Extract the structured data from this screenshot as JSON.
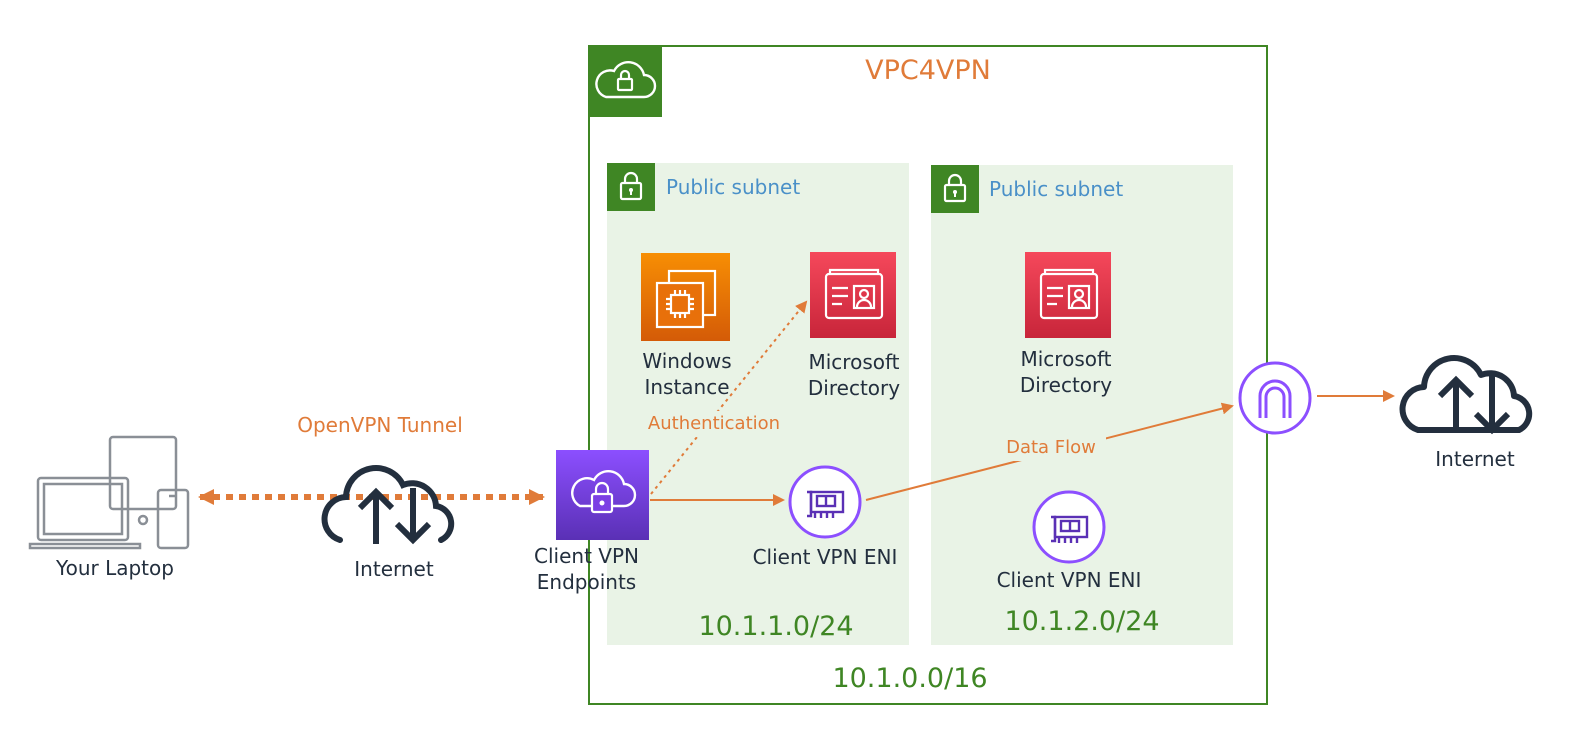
{
  "vpc": {
    "name": "VPC4VPN",
    "cidr": "10.1.0.0/16"
  },
  "subnets": [
    {
      "label": "Public subnet",
      "cidr": "10.1.1.0/24"
    },
    {
      "label": "Public subnet",
      "cidr": "10.1.2.0/24"
    }
  ],
  "nodes": {
    "laptop": "Your Laptop",
    "internet_left": "Internet",
    "client_vpn_endpoint": [
      "Client VPN",
      "Endpoints"
    ],
    "windows_instance": [
      "Windows",
      "Instance"
    ],
    "ms_directory_1": [
      "Microsoft",
      "Directory"
    ],
    "ms_directory_2": [
      "Microsoft",
      "Directory"
    ],
    "eni_1": "Client VPN ENI",
    "eni_2": "Client VPN ENI",
    "internet_right": "Internet"
  },
  "edges": {
    "tunnel": "OpenVPN Tunnel",
    "auth": "Authentication",
    "data_flow": "Data Flow"
  },
  "colors": {
    "vpc_green": "#3f8624",
    "subnet_fill": "#e9f3e6",
    "arrow_orange": "#e07b39",
    "endpoint_purple": "#7b3fe4",
    "compute_orange": "#ed7100",
    "directory_red": "#dd344c",
    "eni_purple": "#8c4fff",
    "dark": "#232f3e",
    "subnet_text": "#4a90c8"
  },
  "icons": {
    "vpc": "cloud-lock-icon",
    "subnet": "lock-icon",
    "laptop": "laptop-devices-icon",
    "internet": "cloud-updown-icon",
    "endpoint": "client-vpn-icon",
    "compute": "ec2-chip-icon",
    "directory": "directory-card-icon",
    "eni": "network-interface-icon",
    "gateway": "internet-gateway-icon"
  }
}
